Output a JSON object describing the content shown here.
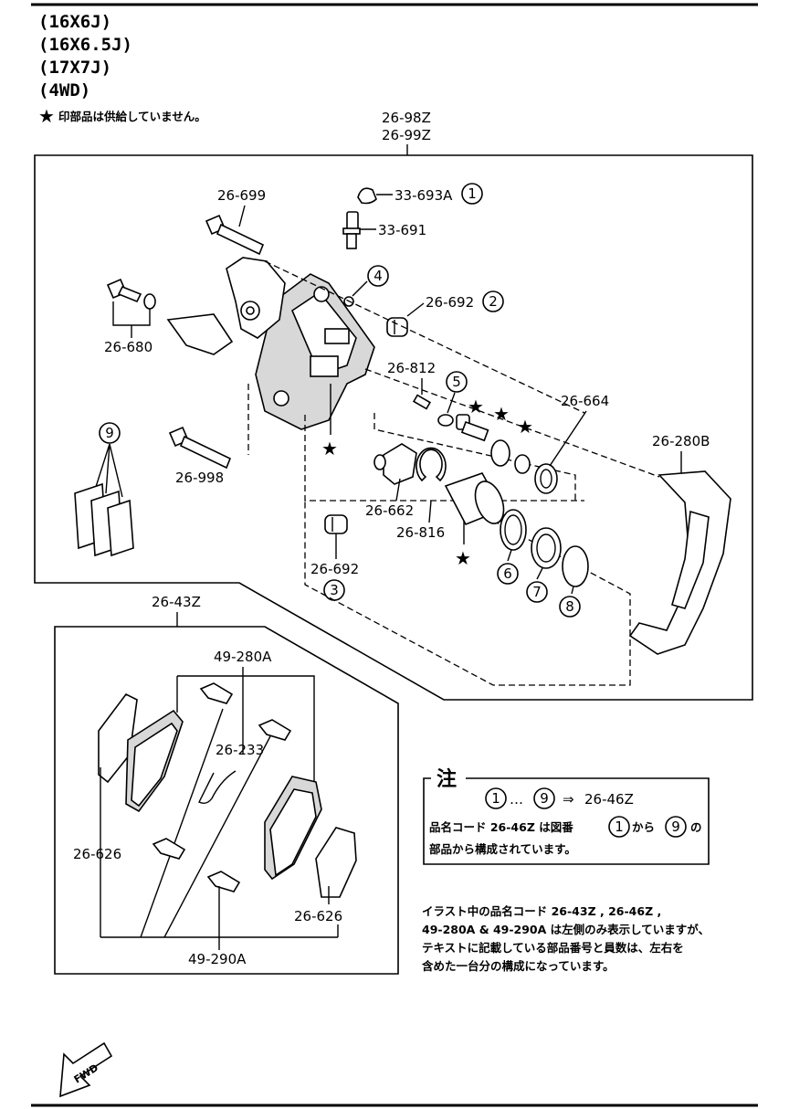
{
  "header": {
    "specs": [
      "(16X6J)",
      "(16X6.5J)",
      "(17X7J)",
      "(4WD)"
    ],
    "star_note": "印部品は供給していません。"
  },
  "assembly": {
    "code_top": "26-98Z",
    "code_bottom": "26-99Z"
  },
  "parts": {
    "p26_699": "26-699",
    "p33_693A": "33-693A",
    "p33_691": "33-691",
    "p26_692_a": "26-692",
    "p26_680": "26-680",
    "p26_812": "26-812",
    "p26_664": "26-664",
    "p26_280B": "26-280B",
    "p26_998": "26-998",
    "p26_662": "26-662",
    "p26_816": "26-816",
    "p26_692_b": "26-692",
    "p26_43Z": "26-43Z",
    "p49_280A": "49-280A",
    "p26_233": "26-233",
    "p26_626_left": "26-626",
    "p26_626_right": "26-626",
    "p49_290A": "49-290A"
  },
  "callouts": {
    "c1": "1",
    "c2": "2",
    "c3": "3",
    "c4": "4",
    "c5": "5",
    "c6": "6",
    "c7": "7",
    "c8": "8",
    "c9": "9"
  },
  "note_box": {
    "title": "注",
    "range_start": "1",
    "range_sep": "…",
    "range_end": "9",
    "arrow": "⇒",
    "range_code": "26-46Z",
    "line2_pre": "品名コード  26-46Z  は図番",
    "line2_start": "1",
    "line2_mid": "から",
    "line2_end": "9",
    "line2_post": "の",
    "line3": "部品から構成されています。"
  },
  "footer_note": {
    "line1": "イラスト中の品名コード  26-43Z ,  26-46Z ,",
    "line2": "49-280A & 49-290A は左側のみ表示していますが、",
    "line3": "テキストに記載している部品番号と員数は、左右を",
    "line4": "含めた一台分の構成になっています。"
  },
  "fwd_label": "FWD"
}
